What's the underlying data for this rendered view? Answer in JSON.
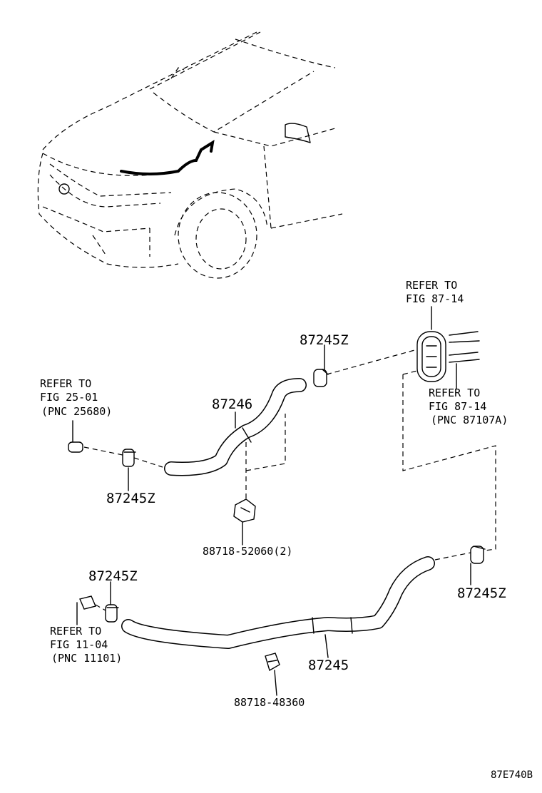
{
  "parts": {
    "hose_upper": "87246",
    "hose_lower": "87245",
    "clamp_upper_right": "87245Z",
    "clamp_upper_left": "87245Z",
    "clamp_lower_left": "87245Z",
    "clamp_lower_right": "87245Z",
    "clip_upper": "88718-52060(2)",
    "clip_lower": "88718-48360"
  },
  "references": {
    "top_right": {
      "line1": "REFER TO",
      "line2": "FIG 87-14"
    },
    "mid_right": {
      "line1": "REFER TO",
      "line2": "FIG 87-14",
      "line3": "(PNC 87107A)"
    },
    "left_upper": {
      "line1": "REFER TO",
      "line2": "FIG 25-01",
      "line3": "(PNC 25680)"
    },
    "left_lower": {
      "line1": "REFER TO",
      "line2": "FIG 11-04",
      "line3": "(PNC 11101)"
    }
  },
  "figure_id": "87E740B"
}
